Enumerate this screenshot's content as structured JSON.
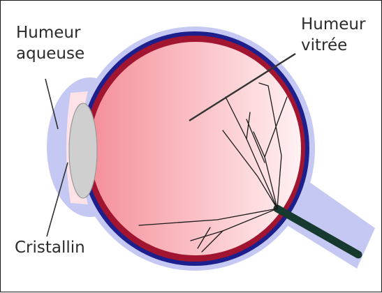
{
  "diagram": {
    "labels": {
      "aqueous_humor_line1": "Humeur",
      "aqueous_humor_line2": "aqueuse",
      "vitreous_humor_line1": "Humeur",
      "vitreous_humor_line2": "vitrée",
      "lens": "Cristallin"
    }
  },
  "colors": {
    "outer_layer": "#c4c8f2",
    "sclera": "#1c1f8c",
    "choroid": "#a21530",
    "body_gradient_left": "#f58f9a",
    "body_gradient_right": "#fff1f2",
    "lens_fill": "#cfcfcf",
    "lens_stroke": "#9a9a9a",
    "optic_nerve": "#173a30",
    "vessels": "#1a1a1a",
    "pointer_lines": "#333333",
    "text": "#2b2b2b",
    "border": "#1a1a1a"
  },
  "icons": [
    "eye-diagram"
  ]
}
